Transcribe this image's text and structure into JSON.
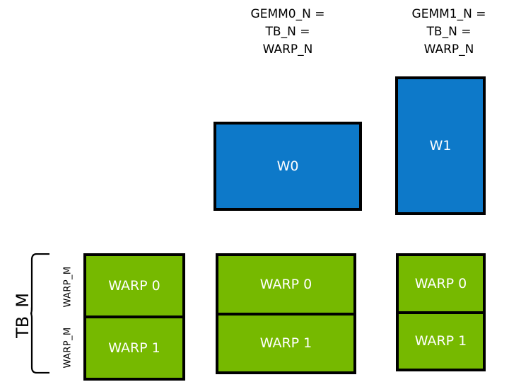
{
  "diagram": {
    "title_present": false,
    "colors": {
      "warp_tile_blue": "#0D79C9",
      "warp_block_green": "#76B900",
      "outline_black": "#000000",
      "label_white": "#FFFFFF",
      "background_white": "#FFFFFF"
    },
    "headers": [
      {
        "id": "gemm0",
        "text": "GEMM0_N =\nTB_N =\nWARP_N"
      },
      {
        "id": "gemm1",
        "text": "GEMM1_N =\nTB_N =\nWARP_N"
      }
    ],
    "blue_tiles": [
      {
        "id": "w0",
        "label": "W0"
      },
      {
        "id": "w1",
        "label": "W1"
      }
    ],
    "green_columns": [
      {
        "id": "col0",
        "cells": [
          {
            "label": "WARP 0"
          },
          {
            "label": "WARP 1"
          }
        ]
      },
      {
        "id": "col1",
        "cells": [
          {
            "label": "WARP 0"
          },
          {
            "label": "WARP 1"
          }
        ]
      },
      {
        "id": "col2",
        "cells": [
          {
            "label": "WARP 0"
          },
          {
            "label": "WARP 1"
          }
        ]
      }
    ],
    "axis_labels": {
      "tb_m": "TB_M",
      "warp_m_top": "WARP_M",
      "warp_m_bottom": "WARP_M"
    }
  }
}
